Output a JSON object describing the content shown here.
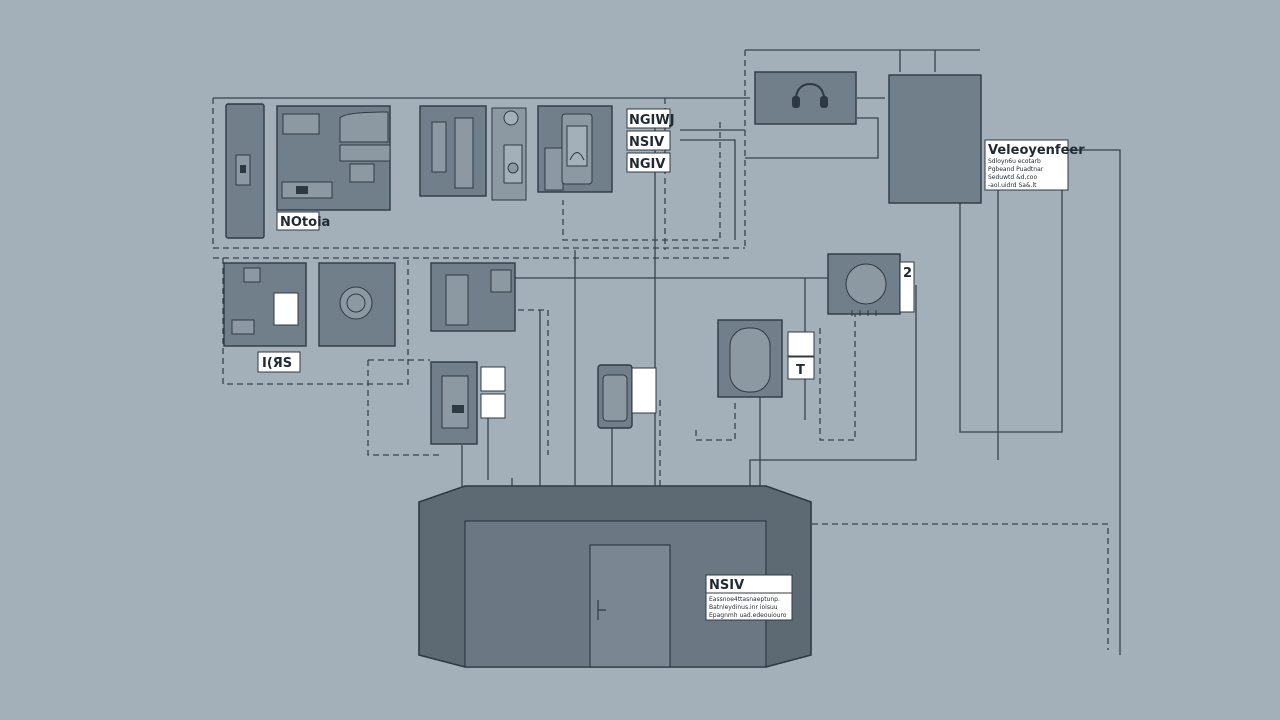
{
  "labels": {
    "notice_top": "NOtoia",
    "tag_1": "NGIWJ",
    "tag_2": "NSIV",
    "tag_3": "NGIV",
    "badge_mid": "I(ЯS",
    "vendor_title": "Veleoyenfeer",
    "vendor_lines": [
      "Sdloyn6u ecotarb",
      "Pgbeand Puadtnar",
      "Seduwtd &d,coo",
      "-aol.uidrd Sa&.lt"
    ],
    "main_title": "NSIV",
    "main_lines": [
      "Eassnoe4ttasnaeptunp.",
      "Batnleydinus.inr ioisuu",
      "Epagnmh uad.edeouiouro"
    ],
    "mini_mark": "2",
    "side_mark": "T"
  },
  "colors": {
    "background": "#a3b0ba",
    "panel": "#717f8a",
    "panel_dark": "#5d6a74",
    "line": "#33404a",
    "label_bg": "#ffffff"
  },
  "icons": [
    "headset-icon",
    "meter-icon",
    "gauge-icon",
    "cabinet-icon",
    "door-icon"
  ]
}
